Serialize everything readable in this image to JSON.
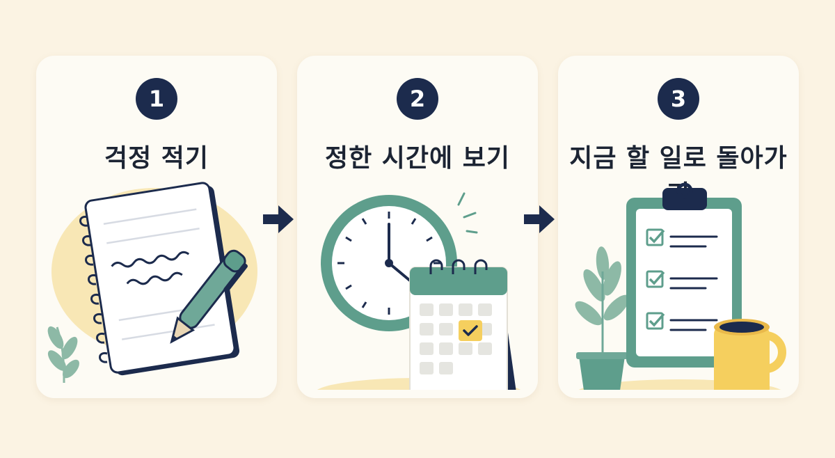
{
  "steps": [
    {
      "number": "1",
      "label": "걱정 적기",
      "icon": "notebook-pen-icon"
    },
    {
      "number": "2",
      "label": "정한 시간에 보기",
      "icon": "clock-calendar-icon"
    },
    {
      "number": "3",
      "label": "지금 할 일로 돌아가기",
      "icon": "clipboard-checklist-icon"
    }
  ],
  "colors": {
    "background": "#fbf3e3",
    "card": "#fdfbf4",
    "navy": "#1c2b4d",
    "teal": "#5e9e8c",
    "yellow": "#f5cf5e",
    "cream": "#f8e7b5"
  }
}
